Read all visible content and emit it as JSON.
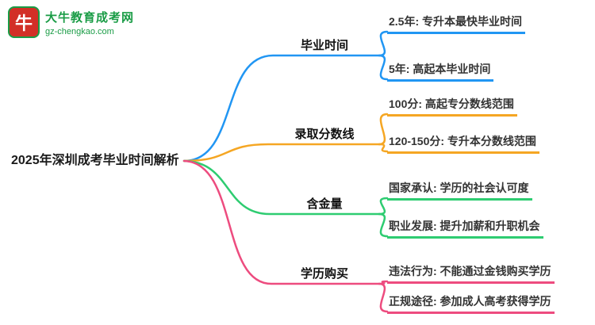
{
  "logo": {
    "icon_text": "牛",
    "title": "大牛教育成考网",
    "url": "gz-chengkao.com",
    "brand_color": "#1a9c46"
  },
  "root": {
    "label": "2025年深圳成考毕业时间解析"
  },
  "branches": [
    {
      "label": "毕业时间",
      "color": "#2196f3",
      "leaves": [
        {
          "label": "2.5年: 专升本最快毕业时间"
        },
        {
          "label": "5年: 高起本毕业时间"
        }
      ]
    },
    {
      "label": "录取分数线",
      "color": "#f5a623",
      "leaves": [
        {
          "label": "100分: 高起专分数线范围"
        },
        {
          "label": "120-150分: 专升本分数线范围"
        }
      ]
    },
    {
      "label": "含金量",
      "color": "#2ecc71",
      "leaves": [
        {
          "label": "国家承认: 学历的社会认可度"
        },
        {
          "label": "职业发展: 提升加薪和升职机会"
        }
      ]
    },
    {
      "label": "学历购买",
      "color": "#ed4c7f",
      "leaves": [
        {
          "label": "违法行为: 不能通过金钱购买学历"
        },
        {
          "label": "正规途径: 参加成人高考获得学历"
        }
      ]
    }
  ]
}
